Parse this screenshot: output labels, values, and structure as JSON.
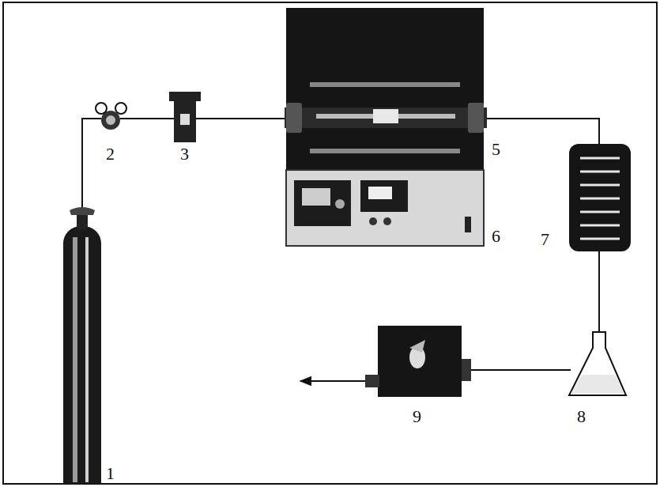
{
  "diagram": {
    "labels": [
      "1",
      "2",
      "3",
      "5",
      "6",
      "7",
      "8",
      "9"
    ]
  }
}
